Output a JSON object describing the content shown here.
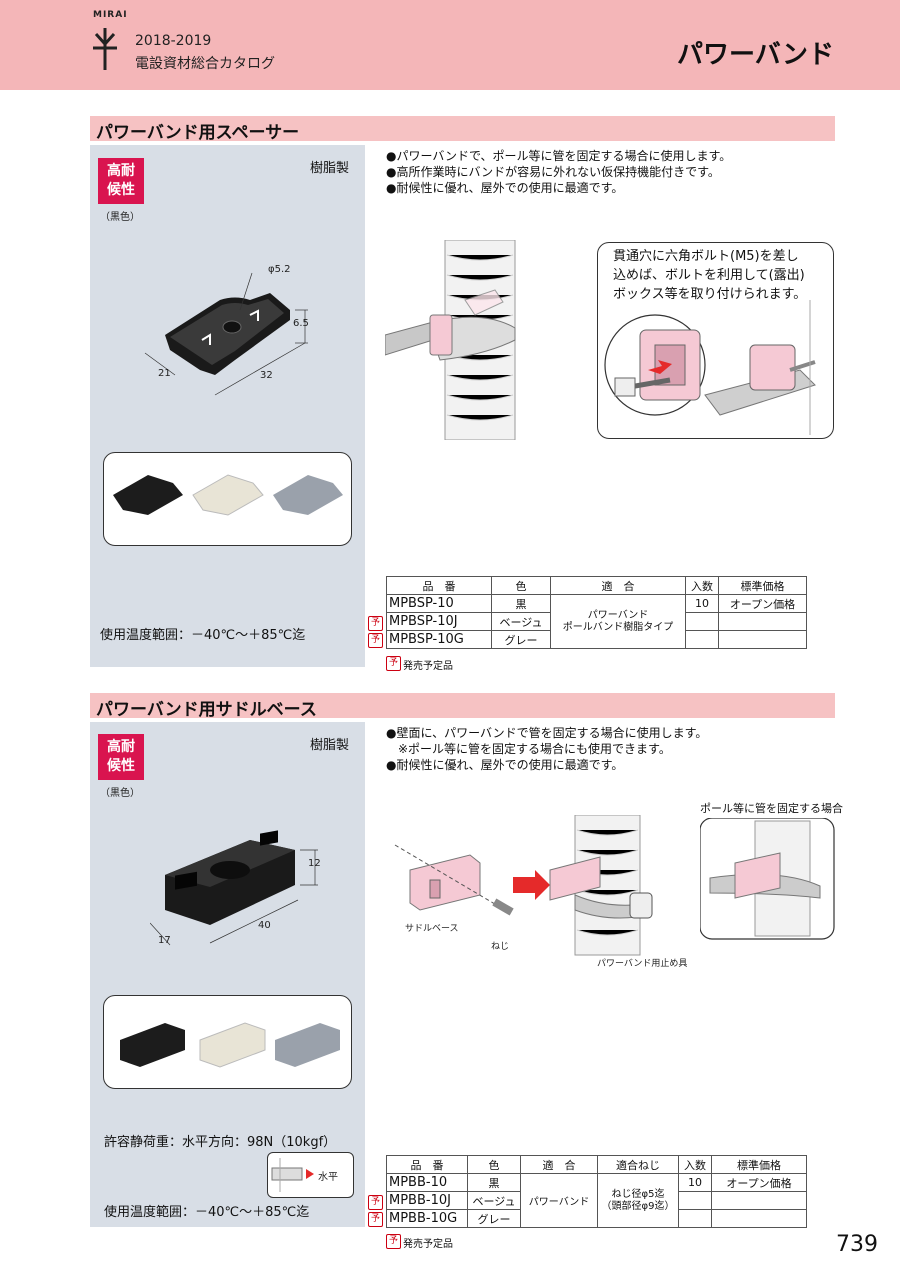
{
  "header": {
    "brand": "MIRAI",
    "years": "2018-2019",
    "catalog": "電設資材総合カタログ",
    "page_title": "パワーバンド"
  },
  "section1": {
    "title": "パワーバンド用スペーサー",
    "badge_line1": "高耐",
    "badge_line2": "候性",
    "color_note": "（黒色）",
    "material": "樹脂製",
    "dim_phi": "φ5.2",
    "dim_h": "6.5",
    "dim_w": "21",
    "dim_l": "32",
    "temp_range": "使用温度範囲：－40℃～＋85℃迄",
    "bullets": [
      "●パワーバンドで、ポール等に管を固定する場合に使用します。",
      "●高所作業時にバンドが容易に外れない仮保持機能付きです。",
      "●耐候性に優れ、屋外での使用に最適です。"
    ],
    "callout": [
      "貫通穴に六角ボルト(M5)を差し",
      "込めば、ボルトを利用して(露出)",
      "ボックス等を取り付けられます。"
    ],
    "table": {
      "headers": [
        "品　番",
        "色",
        "適　合",
        "入数",
        "標準価格"
      ],
      "rows": [
        {
          "code": "MPBSP-10",
          "color": "黒",
          "qty": "10",
          "price": "オープン価格",
          "pre": ""
        },
        {
          "code": "MPBSP-10J",
          "color": "ベージュ",
          "qty": "",
          "price": "",
          "pre": "予"
        },
        {
          "code": "MPBSP-10G",
          "color": "グレー",
          "qty": "",
          "price": "",
          "pre": "予"
        }
      ],
      "fit_line1": "パワーバンド",
      "fit_line2": "ポールバンド樹脂タイプ"
    },
    "footnote_mark": "予",
    "footnote": "発売予定品"
  },
  "section2": {
    "title": "パワーバンド用サドルベース",
    "badge_line1": "高耐",
    "badge_line2": "候性",
    "color_note": "（黒色）",
    "material": "樹脂製",
    "dim_h": "12",
    "dim_w": "17",
    "dim_l": "40",
    "load": "許容静荷重：水平方向：98N（10kgf）",
    "load_dir": "水平",
    "temp_range": "使用温度範囲：－40℃～＋85℃迄",
    "bullets": [
      "●壁面に、パワーバンドで管を固定する場合に使用します。",
      "　※ポール等に管を固定する場合にも使用できます。",
      "●耐候性に優れ、屋外での使用に最適です。"
    ],
    "pole_case": "ポール等に管を固定する場合",
    "label_saddle": "サドルベース",
    "label_screw": "ねじ",
    "label_stopper": "パワーバンド用止め具",
    "table": {
      "headers": [
        "品　番",
        "色",
        "適　合",
        "適合ねじ",
        "入数",
        "標準価格"
      ],
      "rows": [
        {
          "code": "MPBB-10",
          "color": "黒",
          "qty": "10",
          "price": "オープン価格",
          "pre": ""
        },
        {
          "code": "MPBB-10J",
          "color": "ベージュ",
          "qty": "",
          "price": "",
          "pre": "予"
        },
        {
          "code": "MPBB-10G",
          "color": "グレー",
          "qty": "",
          "price": "",
          "pre": "予"
        }
      ],
      "fit": "パワーバンド",
      "screw_line1": "ねじ径φ5迄",
      "screw_line2": "（頭部径φ9迄）"
    },
    "footnote_mark": "予",
    "footnote": "発売予定品"
  },
  "page_number": "739",
  "colors": {
    "header_bg": "#f4b6b8",
    "section_bar": "#f6c2c3",
    "badge": "#d9144f",
    "panel": "#d8dee6",
    "accent_red": "#e52a2a"
  }
}
